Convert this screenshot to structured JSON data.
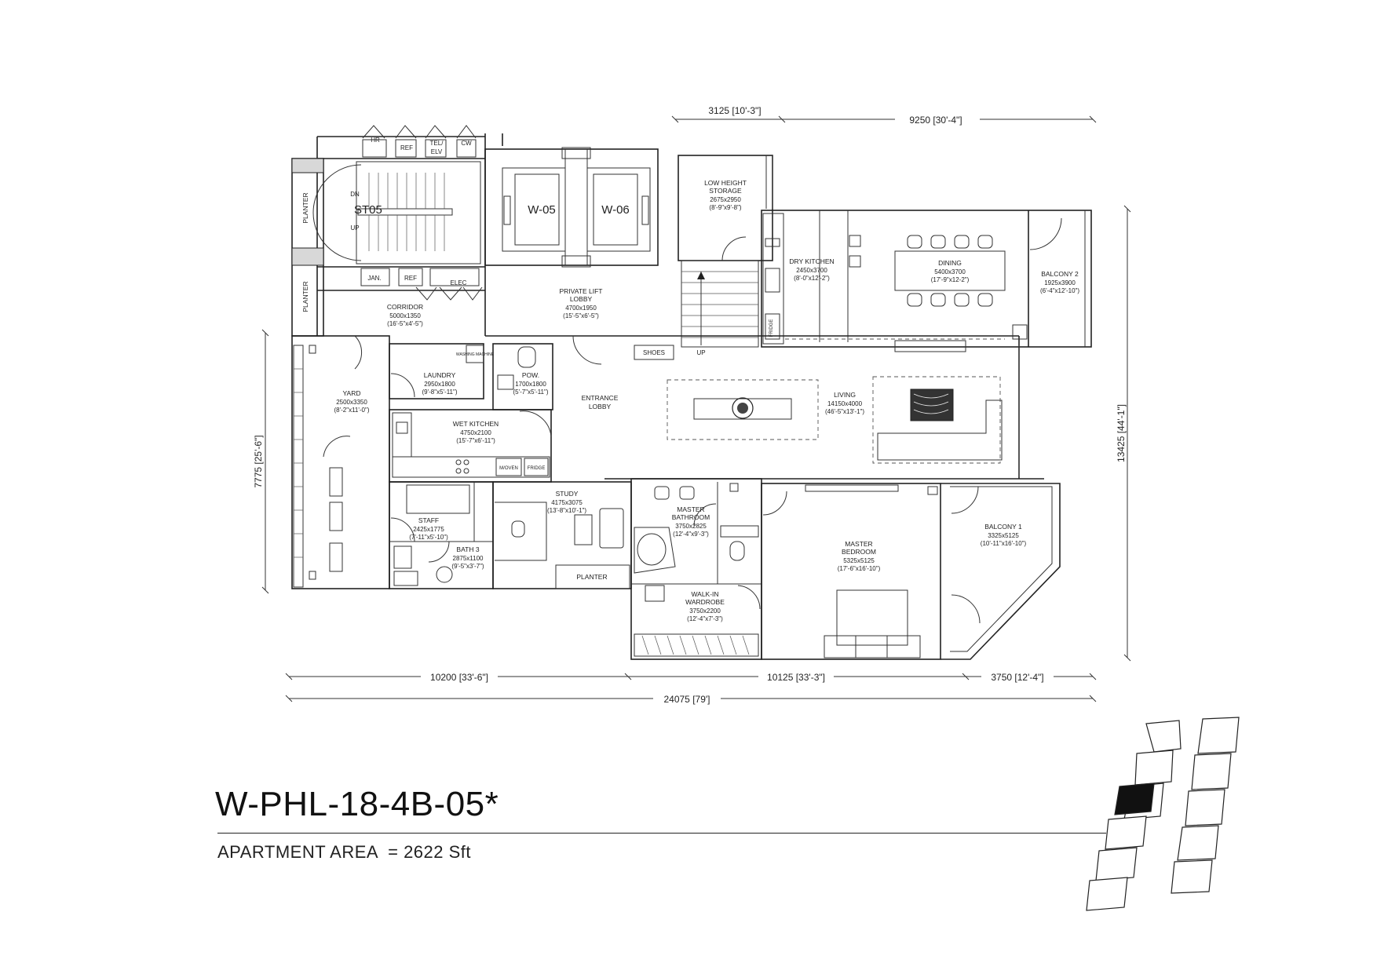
{
  "unit": {
    "code": "W-PHL-18-4B-05*",
    "area_label": "APARTMENT AREA",
    "area_eq": "=",
    "area_value": "2622 Sft"
  },
  "rooms": {
    "lift_a": "W-05",
    "lift_b": "W-06",
    "stair": "ST05",
    "stair_dn": "DN",
    "stair_up": "UP",
    "planter_1": "PLANTER",
    "planter_2": "PLANTER",
    "hr": "HR",
    "ref_top": "REF",
    "tel": "TEL/",
    "elv": "ELV",
    "cw": "CW",
    "jan": "JAN.",
    "ref_low": "REF",
    "elec": "ELEC",
    "corridor": {
      "name": "CORRIDOR",
      "size": "5000x1350",
      "imp": "(16'-5\"x4'-5\")"
    },
    "private_lift_lobby": {
      "name1": "PRIVATE LIFT",
      "name2": "LOBBY",
      "size": "4700x1950",
      "imp": "(15'-5\"x6'-5\")"
    },
    "low_height_storage": {
      "name1": "LOW HEIGHT",
      "name2": "STORAGE",
      "size": "2675x2950",
      "imp": "(8'-9\"x9'-8\")"
    },
    "dry_kitchen": {
      "name": "DRY KITCHEN",
      "size": "2450x3700",
      "imp": "(8'-0\"x12'-2\")"
    },
    "dining": {
      "name": "DINING",
      "size": "5400x3700",
      "imp": "(17'-9\"x12-2\")"
    },
    "balcony_2": {
      "name": "BALCONY 2",
      "size": "1925x3900",
      "imp": "(6'-4\"x12'-10\")"
    },
    "fridge_top": "FRIDGE",
    "shoes": "SHOES",
    "up_main": "UP",
    "yard": {
      "name": "YARD",
      "size": "2500x3350",
      "imp": "(8'-2\"x11'-0\")"
    },
    "laundry": {
      "name": "LAUNDRY",
      "size": "2950x1800",
      "imp": "(9'-8\"x5'-11\")"
    },
    "washing_machine": "WASHING MACHINE",
    "pow": {
      "name": "POW.",
      "size": "1700x1800",
      "imp": "(5'-7\"x5'-11\")"
    },
    "entrance_lobby": {
      "name1": "ENTRANCE",
      "name2": "LOBBY"
    },
    "living": {
      "name": "LIVING",
      "size": "14150x4000",
      "imp": "(46'-5\"x13'-1\")"
    },
    "wet_kitchen": {
      "name": "WET KITCHEN",
      "size": "4750x2100",
      "imp": "(15'-7\"x6'-11\")"
    },
    "m_oven": "M/OVEN",
    "fridge_low": "FRIDGE",
    "staff": {
      "name": "STAFF",
      "size": "2425x1775",
      "imp": "(7'-11\"x5'-10\")"
    },
    "bath_3": {
      "name": "BATH 3",
      "size": "2875x1100",
      "imp": "(9'-5\"x3'-7\")"
    },
    "study": {
      "name": "STUDY",
      "size": "4175x3075",
      "imp": "(13'-8\"x10'-1\")"
    },
    "planter_3": "PLANTER",
    "master_bathroom": {
      "name1": "MASTER",
      "name2": "BATHROOM",
      "size": "3750x2825",
      "imp": "(12'-4\"x9'-3\")"
    },
    "walk_in_wardrobe": {
      "name1": "WALK-IN",
      "name2": "WARDROBE",
      "size": "3750x2200",
      "imp": "(12'-4\"x7'-3\")"
    },
    "master_bedroom": {
      "name1": "MASTER",
      "name2": "BEDROOM",
      "size": "5325x5125",
      "imp": "(17'-6\"x16'-10\")"
    },
    "balcony_1": {
      "name": "BALCONY 1",
      "size": "3325x5125",
      "imp": "(10'-11\"x16'-10\")"
    }
  },
  "dimensions": {
    "top_left": "3125 [10'-3\"]",
    "top_right": "9250 [30'-4\"]",
    "left": "7775 [25'-6\"]",
    "right": "13425 [44'-1\"]",
    "bottom_1": "10200 [33'-6\"]",
    "bottom_2": "10125 [33'-3\"]",
    "bottom_3": "3750 [12'-4\"]",
    "overall": "24075 [79']"
  },
  "key_plan": {
    "highlight_color": "#111111",
    "outline_color": "#222222"
  }
}
